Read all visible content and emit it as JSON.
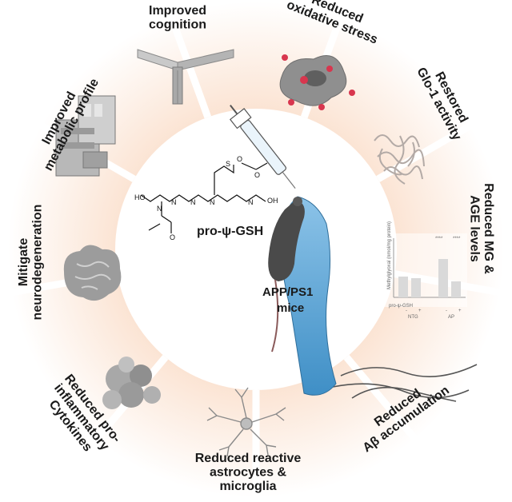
{
  "center": {
    "compound_label": "pro-ψ-GSH",
    "mouse_label_1": "APP/PS1",
    "mouse_label_2": "mice",
    "atoms": {
      "S": "S",
      "O": "O",
      "OH": "OH",
      "HO": "HO",
      "N": "N",
      "H": "H"
    }
  },
  "segments": [
    {
      "id": "cognition",
      "lines": [
        "Improved",
        "cognition"
      ],
      "icon": "y-maze-icon"
    },
    {
      "id": "oxidative",
      "lines": [
        "Reduced",
        "oxidative stress"
      ],
      "icon": "ros-cell-icon"
    },
    {
      "id": "glo1",
      "lines": [
        "Restored",
        "Glo-1 activity"
      ],
      "icon": "protein-structure-icon"
    },
    {
      "id": "mg-age",
      "lines": [
        "Reduced MG &",
        "AGE levels"
      ],
      "icon": "bar-chart-icon"
    },
    {
      "id": "abeta",
      "lines": [
        "Reduced",
        "Aβ accumulation"
      ],
      "icon": "amyloid-fibril-icon"
    },
    {
      "id": "astrocytes",
      "lines": [
        "Reduced reactive",
        "astrocytes &",
        "microglia"
      ],
      "icon": "astrocyte-icon"
    },
    {
      "id": "cytokines",
      "lines": [
        "Reduced pro-",
        "inflammatory",
        "Cytokines"
      ],
      "icon": "cytokine-cluster-icon"
    },
    {
      "id": "neurodegeneration",
      "lines": [
        "Mitigate",
        "neurodegeneration"
      ],
      "icon": "brain-slice-icon"
    },
    {
      "id": "metabolic",
      "lines": [
        "Improved",
        "metabolic profile"
      ],
      "icon": "metabolic-cage-icon"
    }
  ],
  "mini_chart": {
    "ylabel": "Methylglyoxal (nmol/mg protein)",
    "row_label": "pro-ψ-GSH",
    "treatment_marks": [
      "-",
      "+",
      "-",
      "+"
    ],
    "groups": [
      "NTG",
      "AP"
    ],
    "significance": [
      "****",
      "****"
    ]
  },
  "colors": {
    "wedge": "#fbe3d2",
    "divider": "#ffffff",
    "center": "#ffffff",
    "arm": "#5fa6d6",
    "mouse": "#4a4a4a",
    "text": "#1a1a1a"
  }
}
